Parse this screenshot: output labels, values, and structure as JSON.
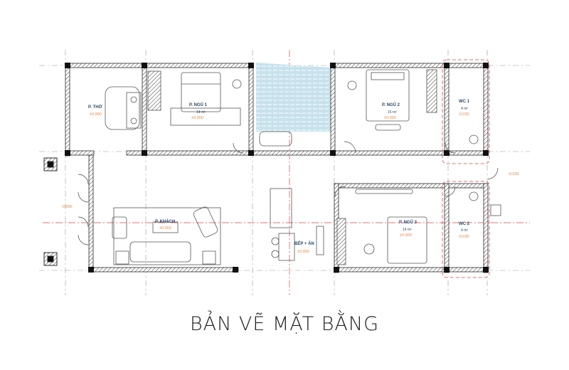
{
  "caption": "BẢN VẼ MẶT BẰNG",
  "rooms": [
    {
      "id": "p-tho",
      "name": "P. THỜ",
      "area": "",
      "level": "±0.000"
    },
    {
      "id": "p-ngu-1",
      "name": "P. NGỦ 1",
      "area": "14 m²",
      "level": "±0.000"
    },
    {
      "id": "p-ngu-2",
      "name": "P. NGỦ 2",
      "area": "15 m²",
      "level": "±0.000"
    },
    {
      "id": "wc-1",
      "name": "WC 1",
      "area": "4 m²",
      "level": "-0.030"
    },
    {
      "id": "p-khach",
      "name": "P. KHÁCH",
      "area": "",
      "level": "±0.000"
    },
    {
      "id": "bep-an",
      "name": "BẾP + ĂN",
      "area": "",
      "level": "±0.000"
    },
    {
      "id": "p-ngu-3",
      "name": "P. NGỦ 3",
      "area": "14 m²",
      "level": "±0.000"
    },
    {
      "id": "wc-2",
      "name": "WC 2",
      "area": "4 m²",
      "level": "-0.030"
    }
  ],
  "extra_levels": {
    "porch": "-0.000",
    "side_door": "-0.030"
  },
  "colors": {
    "wall": "#2b2b2b",
    "hatch": "#555555",
    "axis": "#d94a4a",
    "grid": "#9a9a9a",
    "level": "#e08a4a",
    "label": "#2a4a6a",
    "courtyard": "#bfdde9"
  }
}
